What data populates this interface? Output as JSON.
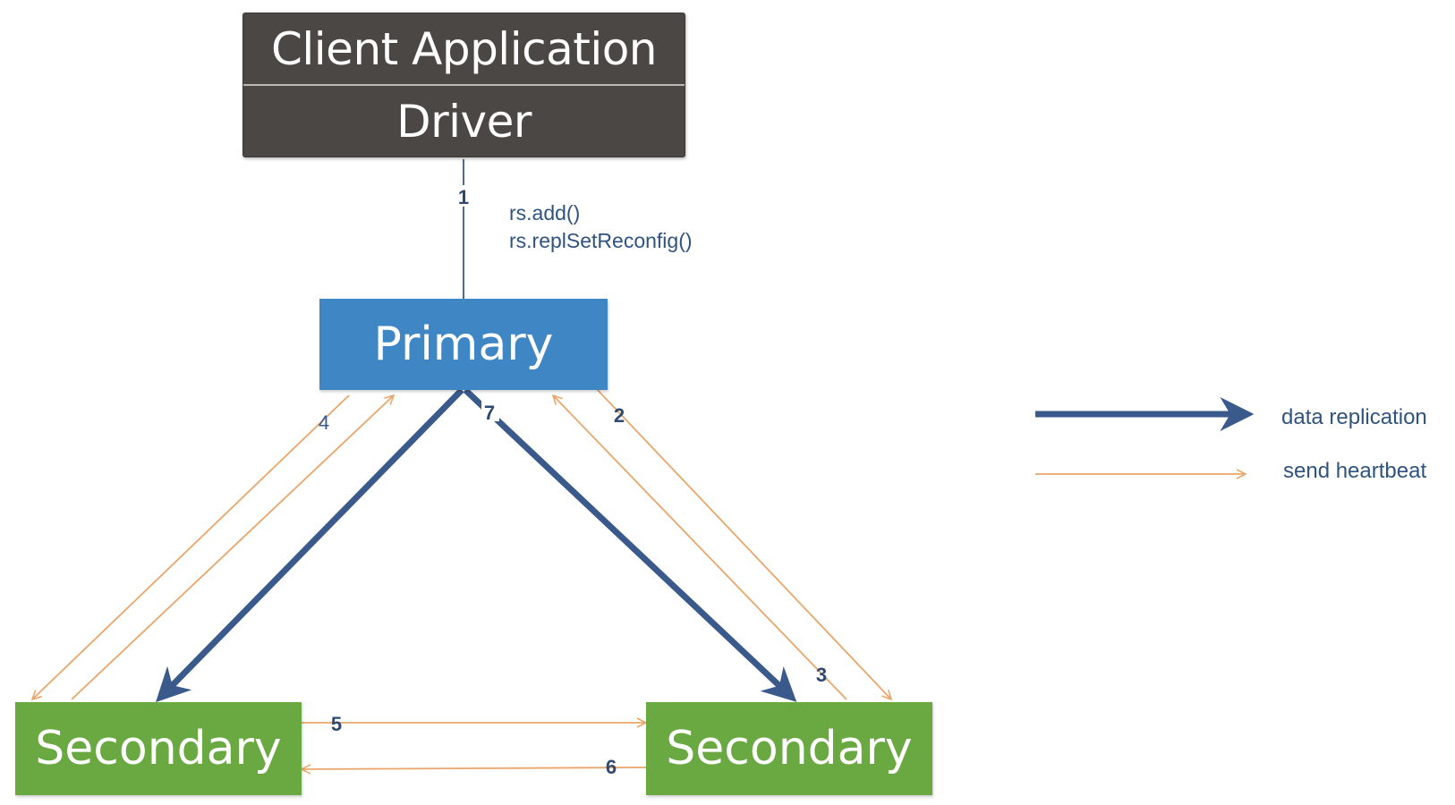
{
  "client": {
    "app_label": "Client Application",
    "driver_label": "Driver"
  },
  "primary": {
    "label": "Primary"
  },
  "secondaries": [
    {
      "label": "Secondary"
    },
    {
      "label": "Secondary"
    }
  ],
  "commands": [
    "rs.add()",
    "rs.replSetReconfig()"
  ],
  "steps": {
    "s1": "1",
    "s2": "2",
    "s3": "3",
    "s4": "4",
    "s5": "5",
    "s6": "6",
    "s7": "7"
  },
  "legend": {
    "replication": "data replication",
    "heartbeat": "send heartbeat"
  },
  "colors": {
    "replication": "#3a5a8c",
    "heartbeat": "#e9a66b",
    "client": "#4a4744",
    "primary": "#3f86c4",
    "secondary": "#6aa842"
  }
}
